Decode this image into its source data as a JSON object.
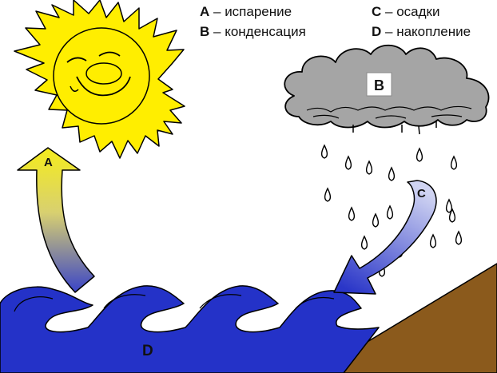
{
  "legend": [
    {
      "letter": "A",
      "dash": " – ",
      "text": "испарение"
    },
    {
      "letter": "B",
      "dash": " – ",
      "text": "конденсация"
    },
    {
      "letter": "C",
      "dash": " – ",
      "text": "осадки"
    },
    {
      "letter": "D",
      "dash": " – ",
      "text": "накопление"
    }
  ],
  "labels": {
    "a": "A",
    "b": "B",
    "c": "C",
    "d": "D"
  },
  "colors": {
    "sun": "#ffee00",
    "cloud": "#a5a5a5",
    "water": "#2432c8",
    "ground": "#8b5a1c",
    "arrow_a_top": "#f5ec1c",
    "arrow_a_bottom": "#3a44c8",
    "arrow_c_top": "#c8cdf0",
    "arrow_c_bottom": "#2a36c8"
  }
}
